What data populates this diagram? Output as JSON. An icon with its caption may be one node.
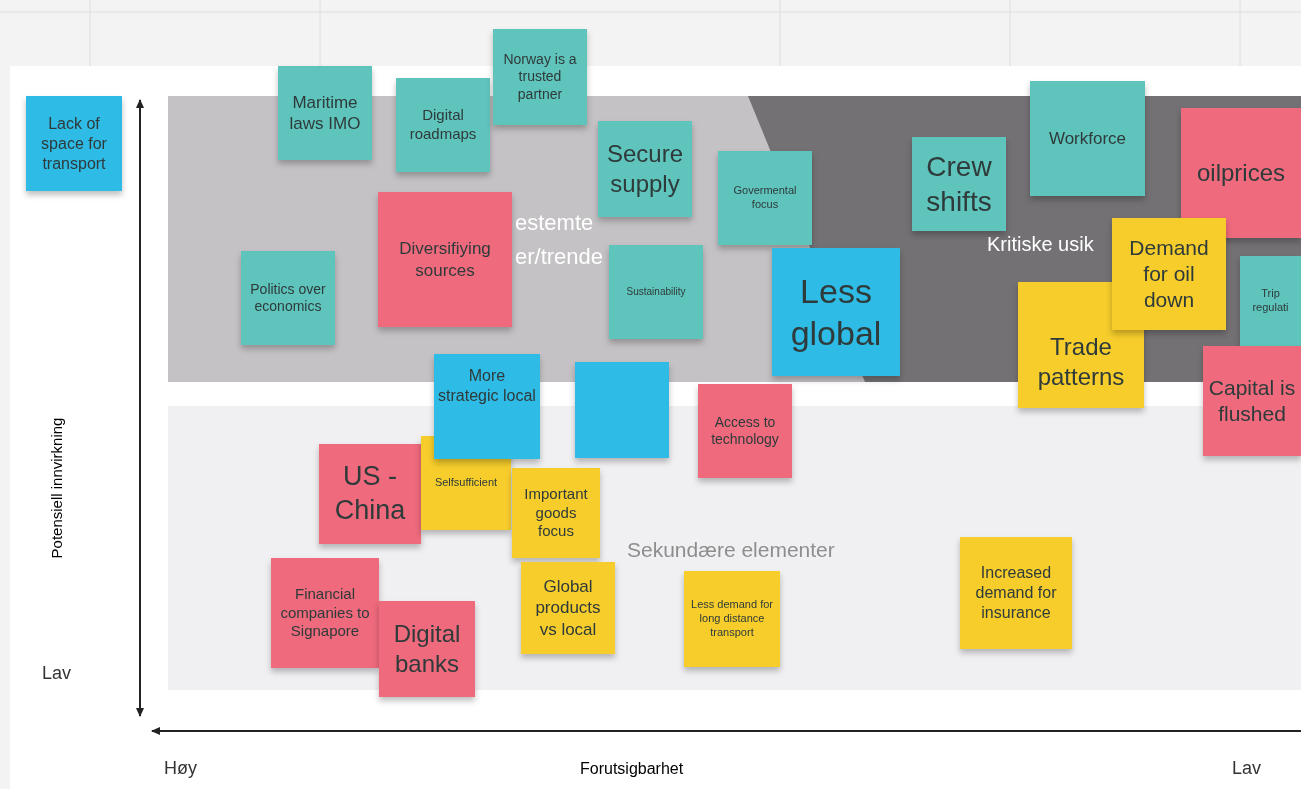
{
  "diagram": {
    "nodes": [
      {
        "text": [
          "estemte er/trende"
        ]
      },
      {
        "text": [
          "Kritiske usik"
        ],
        "in": 0
      },
      {
        "text": [
          "Sekundære elementer"
        ]
      },
      {
        "text": [
          "Lack of space for transport"
        ]
      },
      {
        "text": [
          "Maritime laws IMO"
        ]
      },
      {
        "text": [
          "Digital roadmaps"
        ]
      },
      {
        "text": [
          "Norway is a trusted partner"
        ]
      },
      {
        "text": [
          "Secure supply"
        ],
        "in": 0
      },
      {
        "text": [
          "Govermental focus"
        ],
        "in": 0
      },
      {
        "text": [
          "Crew shifts"
        ],
        "in": 1
      },
      {
        "text": [
          "Workforce"
        ]
      },
      {
        "text": [
          "oilprices"
        ],
        "in": 1
      },
      {
        "text": [
          "Politics over economics"
        ],
        "in": 0
      },
      {
        "text": [
          "Diversifiying sources"
        ],
        "in": 0
      },
      {
        "text": [
          "Sustainability"
        ],
        "in": 0
      },
      {
        "text": [
          "Less global"
        ],
        "in": 0
      },
      {
        "text": [
          "Demand for oil down"
        ],
        "in": 1
      },
      {
        "text": [
          "Trade patterns"
        ]
      },
      {
        "text": [
          "Trip regulati"
        ],
        "in": 1
      },
      {
        "text": [
          "Capital is flushed"
        ]
      },
      {
        "text": [
          "More strategic local"
        ]
      },
      {
        "text": [],
        "shape": "box"
      },
      {
        "text": [
          "Access to technology"
        ]
      },
      {
        "text": [
          "US - China"
        ],
        "in": 2
      },
      {
        "text": [
          "Selfsufficient"
        ],
        "in": 2
      },
      {
        "text": [
          "Important goods focus"
        ],
        "in": 2
      },
      {
        "text": [
          "Financial companies to Signapore"
        ],
        "in": 2
      },
      {
        "text": [
          "Digital banks"
        ]
      },
      {
        "text": [
          "Global products vs local"
        ],
        "in": 2
      },
      {
        "text": [
          "Less demand for long distance transport"
        ],
        "in": 2
      },
      {
        "text": [
          "Increased demand for insurance"
        ],
        "in": 2
      }
    ],
    "edges": [],
    "labels": [
      "Potensiell innvirkning",
      "Lav",
      "Høy",
      "Forutsigbarhet",
      "Lav"
    ]
  }
}
